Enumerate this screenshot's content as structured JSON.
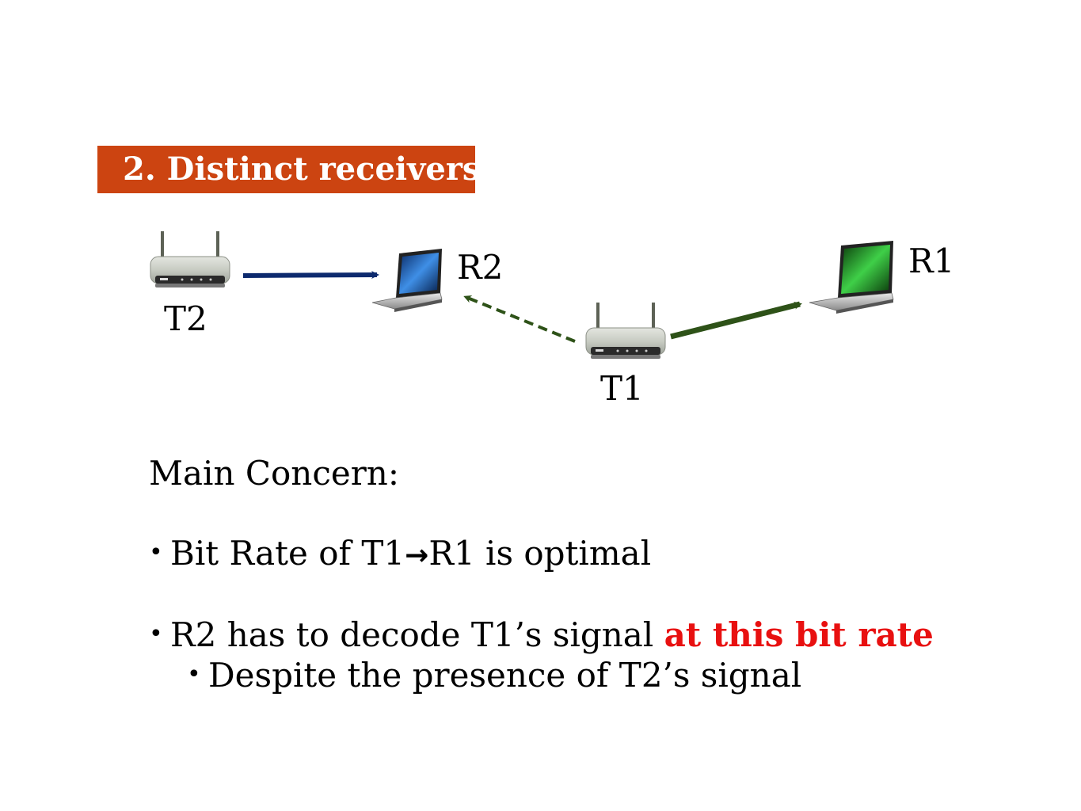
{
  "title": "2. Distinct receivers",
  "nodes": {
    "t2": "T2",
    "r2": "R2",
    "t1": "T1",
    "r1": "R1"
  },
  "concern": {
    "heading": "Main Concern:",
    "bullet1_pre": "Bit Rate of T1",
    "bullet1_arrow": "→",
    "bullet1_post": "R1 is optimal",
    "bullet2_pre": "R2 has to decode T1’s signal ",
    "bullet2_highlight": "at this bit rate",
    "sub_bullet": "Despite the presence of T2’s signal"
  },
  "colors": {
    "title_bg": "#cc4411",
    "arrow_t2_r2": "#0d2a6e",
    "arrow_t1": "#2e5218",
    "highlight": "#e81010"
  }
}
